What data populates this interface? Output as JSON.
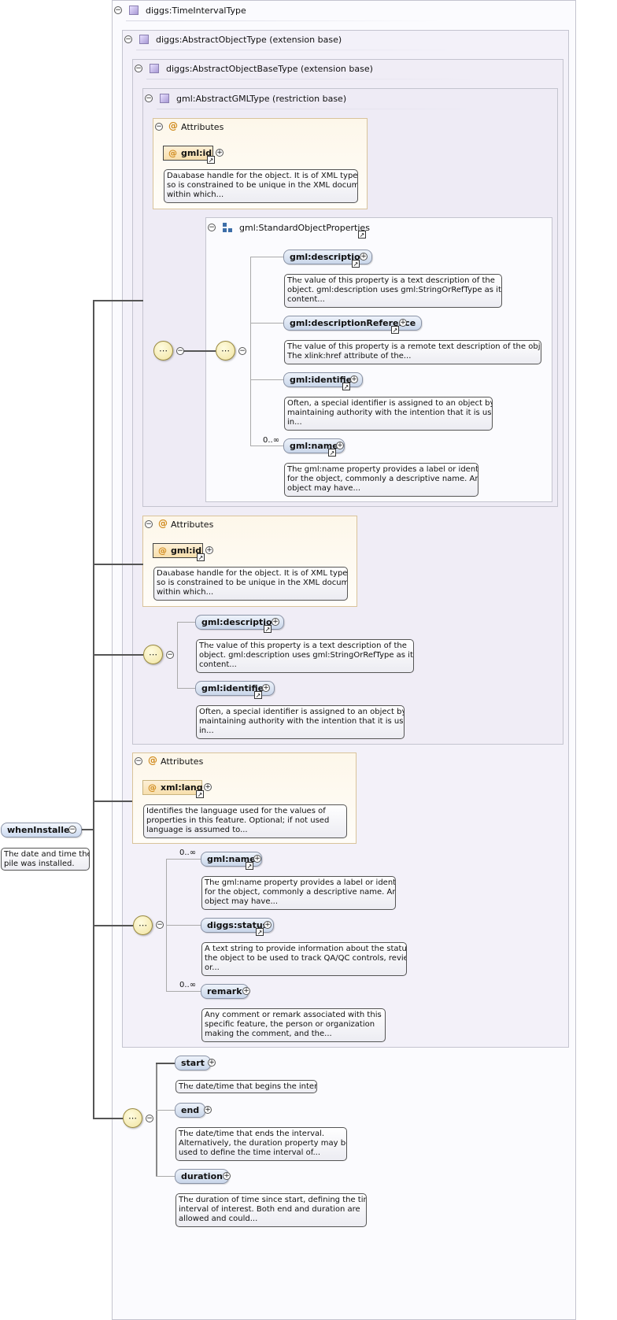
{
  "root": {
    "name": "whenInstalled",
    "description": "The date and time the\npile was installed."
  },
  "containers": {
    "time_interval": "diggs:TimeIntervalType",
    "abstract_object": "diggs:AbstractObjectType (extension base)",
    "abstract_object_base": "diggs:AbstractObjectBaseType (extension base)",
    "abstract_gml": "gml:AbstractGMLType (restriction base)",
    "standard_props": "gml:StandardObjectProperties"
  },
  "attributes_label": "Attributes",
  "gml_id": {
    "name": "gml:id",
    "description": "Database handle for the object. It is of XML type ID,\nso is constrained to be unique in the XML document\nwithin which..."
  },
  "xml_lang": {
    "name": "xml:lang",
    "description": "Identifies the language used for the values of\nproperties in this feature. Optional; if not used\nlanguage is assumed to..."
  },
  "gml_description": {
    "name": "gml:description",
    "description": "The value of this property is a text description of the\nobject. gml:description uses gml:StringOrRefType as its\ncontent..."
  },
  "gml_description_reference": {
    "name": "gml:descriptionReference",
    "description": "The value of this property is a remote text description of the object.\nThe xlink:href attribute of the..."
  },
  "gml_identifier": {
    "name": "gml:identifier",
    "description": "Often, a special identifier is assigned to an object by the\nmaintaining authority with the intention that it is used\nin..."
  },
  "gml_name": {
    "name": "gml:name",
    "description": "The gml:name property provides a label or identifier\nfor the object, commonly a descriptive name. An\nobject may have..."
  },
  "diggs_status": {
    "name": "diggs:status",
    "description": "A text string to provide information about the status of\nthe object to be used to track QA/QC controls, review\nor..."
  },
  "remark": {
    "name": "remark",
    "description": "Any comment or remark associated with this\nspecific feature, the person or organization\nmaking the comment, and the..."
  },
  "start": {
    "name": "start",
    "description": "The date/time that begins the interval"
  },
  "end": {
    "name": "end",
    "description": "The date/time that ends the interval.\nAlternatively, the duration property may be\nused to define the time interval of..."
  },
  "duration": {
    "name": "duration",
    "description": "The duration of time since start, defining the time\ninterval of interest. Both end and duration are\nallowed and could..."
  },
  "cardinality": {
    "zero_to_many": "0..∞"
  },
  "symbols": {
    "collapse": "−",
    "expand": "+",
    "link": "↗",
    "attr": "@",
    "sequence": "⋯"
  }
}
